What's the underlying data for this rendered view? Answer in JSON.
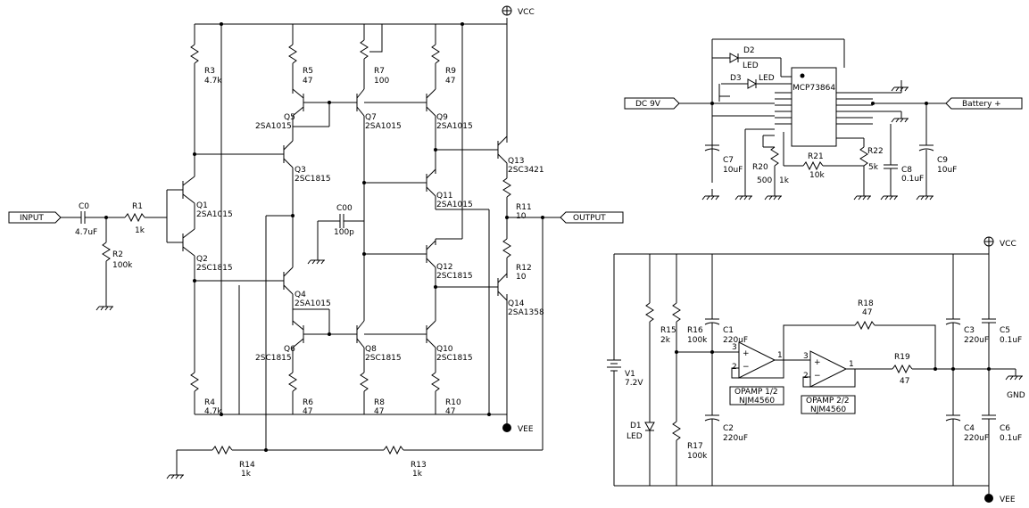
{
  "nets": {
    "vcc": "VCC",
    "vee": "VEE",
    "gnd": "GND",
    "input": "INPUT",
    "output": "OUTPUT",
    "dc9v": "DC 9V",
    "battery": "Battery +"
  },
  "amp": {
    "C0": [
      "C0",
      "4.7uF"
    ],
    "R1": [
      "R1",
      "1k"
    ],
    "R2": [
      "R2",
      "100k"
    ],
    "R3": [
      "R3",
      "4.7k"
    ],
    "R4": [
      "R4",
      "4.7k"
    ],
    "R5": [
      "R5",
      "47"
    ],
    "R6": [
      "R6",
      "47"
    ],
    "R7": [
      "R7",
      "100"
    ],
    "R8": [
      "R8",
      "47"
    ],
    "R9": [
      "R9",
      "47"
    ],
    "R10": [
      "R10",
      "47"
    ],
    "R11": [
      "R11",
      "10"
    ],
    "R12": [
      "R12",
      "10"
    ],
    "R13": [
      "R13",
      "1k"
    ],
    "R14": [
      "R14",
      "1k"
    ],
    "C00": [
      "C00",
      "100p"
    ],
    "Q1": [
      "Q1",
      "2SA1015"
    ],
    "Q2": [
      "Q2",
      "2SC1815"
    ],
    "Q3": [
      "Q3",
      "2SC1815"
    ],
    "Q4": [
      "Q4",
      "2SA1015"
    ],
    "Q5": [
      "Q5",
      "2SA1015"
    ],
    "Q6": [
      "Q6",
      "2SC1815"
    ],
    "Q7": [
      "Q7",
      "2SA1015"
    ],
    "Q8": [
      "Q8",
      "2SC1815"
    ],
    "Q9": [
      "Q9",
      "2SA1015"
    ],
    "Q10": [
      "Q10",
      "2SC1815"
    ],
    "Q11": [
      "Q11",
      "2SA1015"
    ],
    "Q12": [
      "Q12",
      "2SC1815"
    ],
    "Q13": [
      "Q13",
      "2SC3421"
    ],
    "Q14": [
      "Q14",
      "2SA1358"
    ]
  },
  "charger": {
    "ic": "MCP73864",
    "D2": [
      "D2",
      "LED"
    ],
    "D3": [
      "D3",
      "LED"
    ],
    "C7": [
      "C7",
      "10uF"
    ],
    "C8": [
      "C8",
      "0.1uF"
    ],
    "C9": [
      "C9",
      "10uF"
    ],
    "R20": [
      "R20",
      "500"
    ],
    "R20b": "1k",
    "R21": [
      "R21",
      "10k"
    ],
    "R22": [
      "R22",
      "5k"
    ]
  },
  "supply": {
    "V1": [
      "V1",
      "7.2V"
    ],
    "D1": [
      "D1",
      "LED"
    ],
    "R15": [
      "R15",
      "2k"
    ],
    "R16": [
      "R16",
      "100k"
    ],
    "R17": [
      "R17",
      "100k"
    ],
    "R18": [
      "R18",
      "47"
    ],
    "R19": [
      "R19",
      "47"
    ],
    "C1": [
      "C1",
      "220uF"
    ],
    "C2": [
      "C2",
      "220uF"
    ],
    "C3": [
      "C3",
      "220uF"
    ],
    "C4": [
      "C4",
      "220uF"
    ],
    "C5": [
      "C5",
      "0.1uF"
    ],
    "C6": [
      "C6",
      "0.1uF"
    ],
    "OA1": [
      "OPAMP 1/2",
      "NJM4560"
    ],
    "OA2": [
      "OPAMP 2/2",
      "NJM4560"
    ],
    "pins": {
      "p1": "1",
      "p2": "2",
      "p3": "3"
    }
  }
}
